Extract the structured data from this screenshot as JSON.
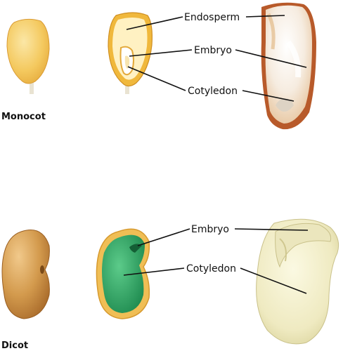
{
  "sections": {
    "monocot": {
      "title": "Monocot",
      "labels": {
        "endosperm": "Endosperm",
        "embryo": "Embryo",
        "cotyledon": "Cotyledon"
      }
    },
    "dicot": {
      "title": "Dicot",
      "labels": {
        "embryo": "Embryo",
        "cotyledon": "Cotyledon"
      }
    }
  },
  "colors": {
    "corn_yellow": "#f2c45a",
    "corn_light": "#f8dd93",
    "endosperm_cream": "#fff3c4",
    "bean_brown": "#c98a3e",
    "bean_green": "#2fa062",
    "photo_bean_cream": "#f0edc8",
    "photo_corn_rust": "#b85a2a"
  }
}
